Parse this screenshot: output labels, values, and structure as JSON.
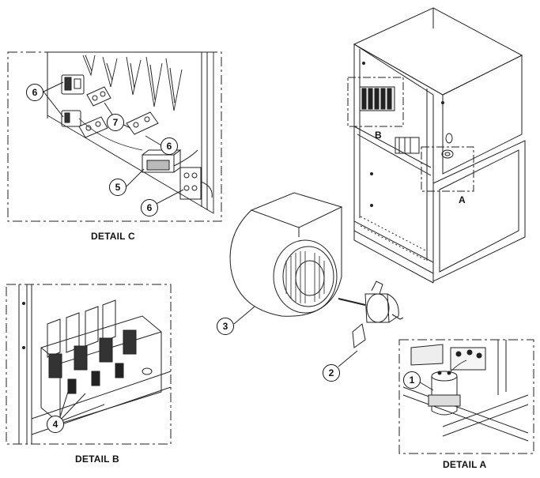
{
  "details": {
    "c": "DETAIL C",
    "b": "DETAIL B",
    "a": "DETAIL A"
  },
  "view_letters": {
    "a": "A",
    "b": "B"
  },
  "callouts": {
    "c_top": "6",
    "c_seven": "7",
    "c_mid": "6",
    "c_five": "5",
    "c_bottom": "6",
    "blower": "3",
    "motor": "2",
    "relay": "4",
    "capacitor": "1"
  }
}
